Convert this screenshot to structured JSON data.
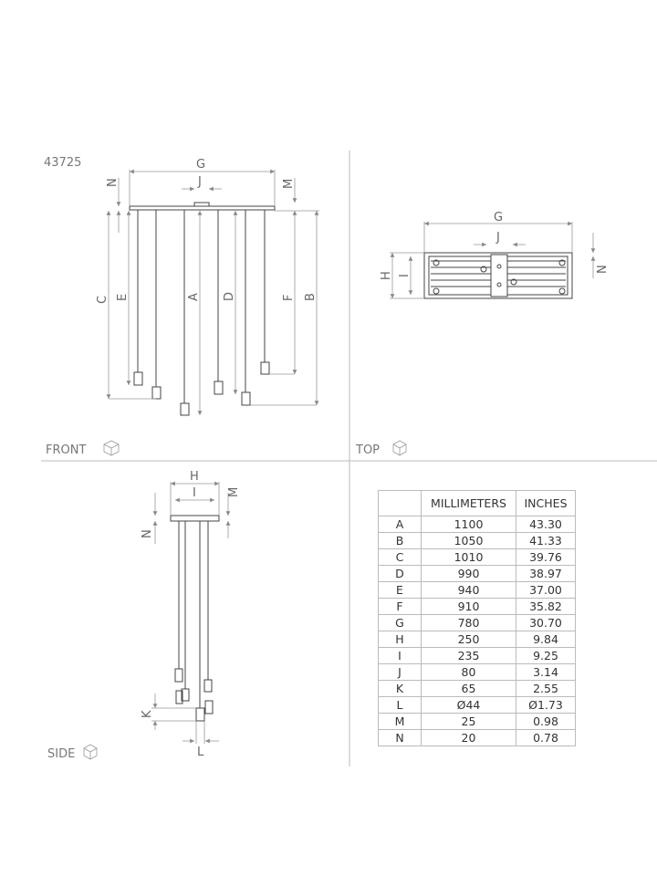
{
  "model_number": "43725",
  "views": {
    "front": "FRONT",
    "top": "TOP",
    "side": "SIDE"
  },
  "dim_labels": {
    "A": "A",
    "B": "B",
    "C": "C",
    "D": "D",
    "E": "E",
    "F": "F",
    "G": "G",
    "H": "H",
    "I": "I",
    "J": "J",
    "K": "K",
    "L": "L",
    "M": "M",
    "N": "N"
  },
  "table": {
    "headers": [
      "",
      "MILLIMETERS",
      "INCHES"
    ],
    "rows": [
      {
        "key": "A",
        "mm": "1100",
        "in": "43.30"
      },
      {
        "key": "B",
        "mm": "1050",
        "in": "41.33"
      },
      {
        "key": "C",
        "mm": "1010",
        "in": "39.76"
      },
      {
        "key": "D",
        "mm": "990",
        "in": "38.97"
      },
      {
        "key": "E",
        "mm": "940",
        "in": "37.00"
      },
      {
        "key": "F",
        "mm": "910",
        "in": "35.82"
      },
      {
        "key": "G",
        "mm": "780",
        "in": "30.70"
      },
      {
        "key": "H",
        "mm": "250",
        "in": "9.84"
      },
      {
        "key": "I",
        "mm": "235",
        "in": "9.25"
      },
      {
        "key": "J",
        "mm": "80",
        "in": "3.14"
      },
      {
        "key": "K",
        "mm": "65",
        "in": "2.55"
      },
      {
        "key": "L",
        "mm": "Ø44",
        "in": "Ø1.73"
      },
      {
        "key": "M",
        "mm": "25",
        "in": "0.98"
      },
      {
        "key": "N",
        "mm": "20",
        "in": "0.78"
      }
    ]
  }
}
